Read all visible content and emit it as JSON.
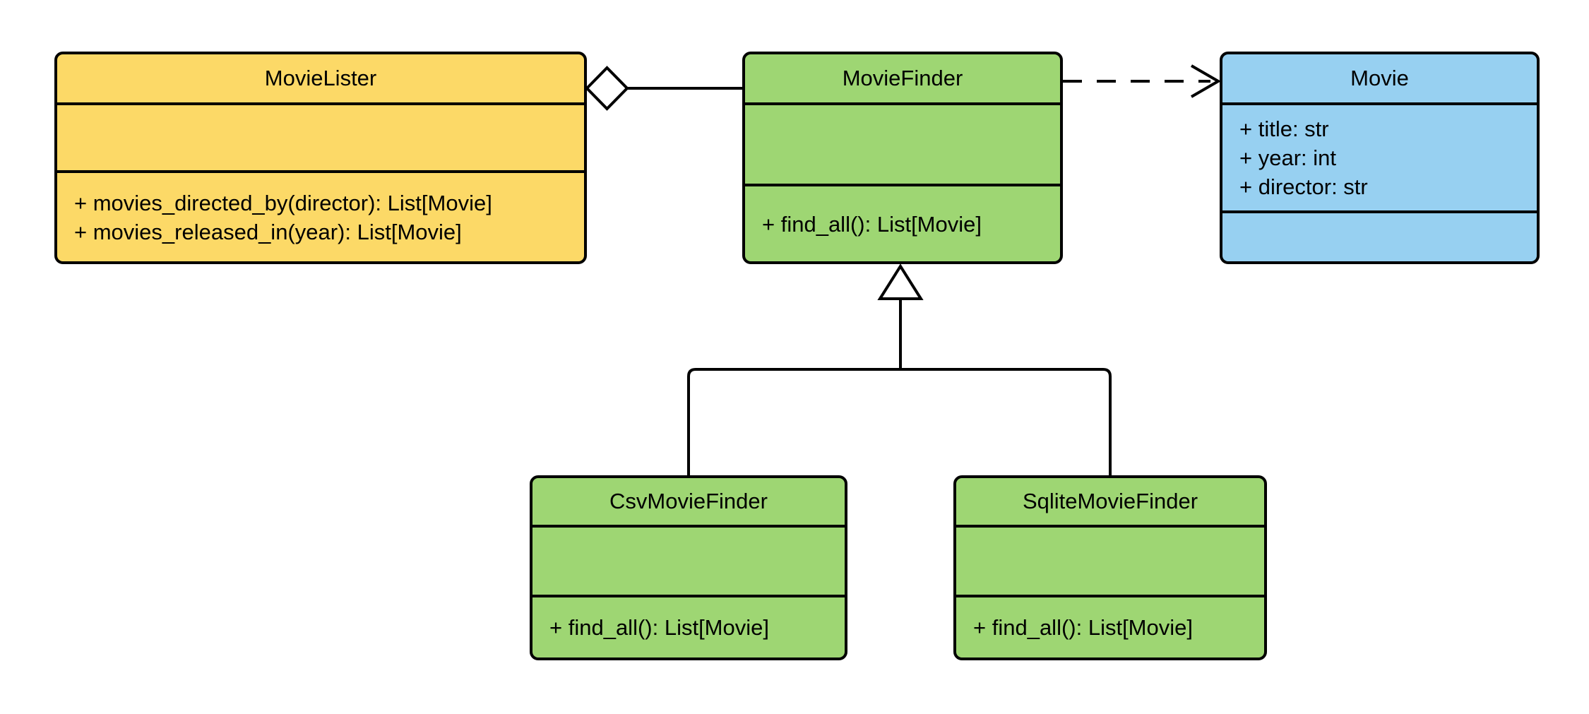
{
  "colors": {
    "canvas_background": "#FFFFFF",
    "class_yellow_fill": "#FCD967",
    "class_green_fill": "#9ED673",
    "class_blue_fill": "#97D0F1",
    "stroke": "#000000",
    "text": "#000000"
  },
  "classes": {
    "movie_lister": {
      "title": "MovieLister",
      "attributes": [],
      "methods": [
        "+ movies_directed_by(director): List[Movie]",
        "+ movies_released_in(year): List[Movie]"
      ]
    },
    "movie_finder": {
      "title": "MovieFinder",
      "attributes": [],
      "methods": [
        "+ find_all(): List[Movie]"
      ]
    },
    "movie": {
      "title": "Movie",
      "attributes": [
        "+ title: str",
        "+ year: int",
        "+ director: str"
      ],
      "methods": []
    },
    "csv_movie_finder": {
      "title": "CsvMovieFinder",
      "attributes": [],
      "methods": [
        "+ find_all(): List[Movie]"
      ]
    },
    "sqlite_movie_finder": {
      "title": "SqliteMovieFinder",
      "attributes": [],
      "methods": [
        "+ find_all(): List[Movie]"
      ]
    }
  },
  "relationships": [
    {
      "type": "aggregation",
      "owner": "MovieLister",
      "part": "MovieFinder",
      "line": "solid",
      "marker": "hollow-diamond-at-owner"
    },
    {
      "type": "dependency",
      "from": "MovieFinder",
      "to": "Movie",
      "line": "dashed",
      "marker": "open-arrow-at-target"
    },
    {
      "type": "generalization",
      "child": "CsvMovieFinder",
      "parent": "MovieFinder",
      "line": "solid",
      "marker": "hollow-triangle-at-parent"
    },
    {
      "type": "generalization",
      "child": "SqliteMovieFinder",
      "parent": "MovieFinder",
      "line": "solid",
      "marker": "hollow-triangle-at-parent"
    }
  ]
}
